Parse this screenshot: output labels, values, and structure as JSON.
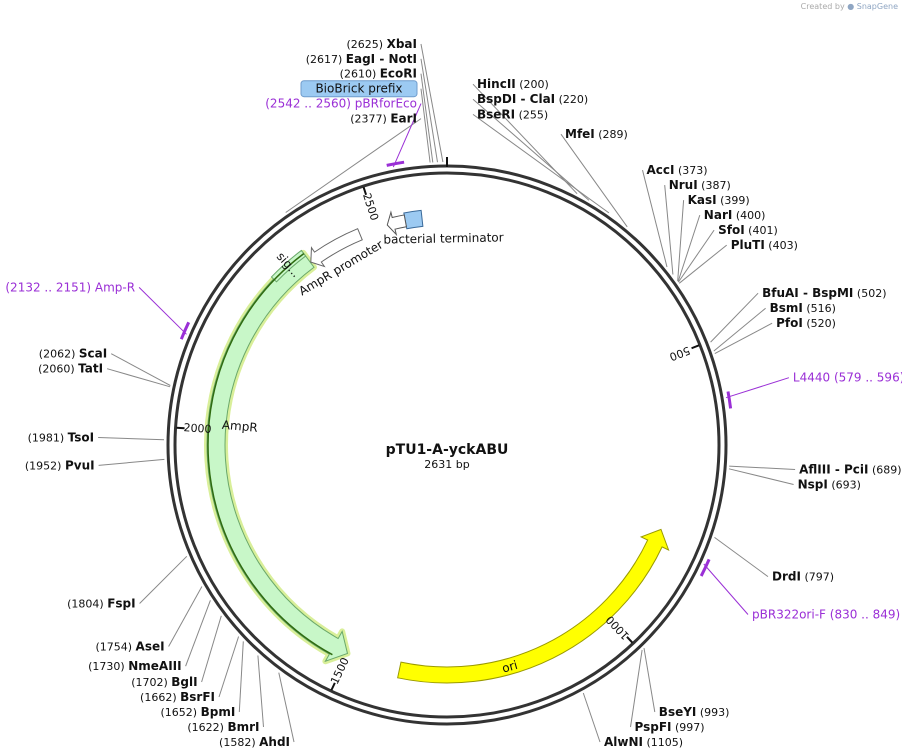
{
  "credit": {
    "prefix": "Created by",
    "brand": "SnapGene"
  },
  "plasmid": {
    "name": "pTU1-A-yckABU",
    "length": 2631,
    "length_label": "2631 bp"
  },
  "colors": {
    "backbone": "#333333",
    "primer": "#9a2fd6",
    "ampr_fill": "#c8f7c8",
    "ampr_stroke": "#6aa86a",
    "ampr_glow": "#d9ef9a",
    "signal_line": "#2f6b10",
    "ori_fill": "#ffff00",
    "ori_stroke": "#9a9a00",
    "terminator_fill": "#9ccaf2",
    "promoter_fill": "#ffffff",
    "label_box": "#9ccaf2",
    "leader_line": "#888888"
  },
  "features": [
    {
      "id": "ampr",
      "label": "AmpR",
      "start": 1502,
      "end": 2362,
      "strand": -1,
      "kind": "arrow",
      "color_key": "ampr_fill"
    },
    {
      "id": "signal",
      "label": "sig...",
      "start": 2293,
      "end": 2362,
      "strand": -1,
      "kind": "signal"
    },
    {
      "id": "promoter",
      "label": "AmpR promoter",
      "start": 2363,
      "end": 2467,
      "strand": -1,
      "kind": "promoter"
    },
    {
      "id": "ori",
      "label": "ori",
      "start": 815,
      "end": 1403,
      "strand": -1,
      "kind": "arrow",
      "color_key": "ori_fill"
    },
    {
      "id": "terminator",
      "label": "bacterial terminator",
      "start": 2554,
      "end": 2585,
      "strand": -1,
      "kind": "terminator"
    }
  ],
  "ticks": [
    {
      "label": "500",
      "pos": 500
    },
    {
      "label": "1000",
      "pos": 1000
    },
    {
      "label": "1500",
      "pos": 1500
    },
    {
      "label": "2000",
      "pos": 2000
    },
    {
      "label": "2500",
      "pos": 2500
    }
  ],
  "enzymes": [
    {
      "name": "XbaI",
      "position": "(2625)",
      "pos": 2625
    },
    {
      "name": "EagI",
      "name2": "NotI",
      "position": "(2617)",
      "pos": 2617
    },
    {
      "name": "EcoRI",
      "position": "(2610)",
      "pos": 2610
    },
    {
      "name": "EarI",
      "position": "(2377)",
      "pos": 2377
    },
    {
      "name": "HincII",
      "position": "(200)",
      "pos": 200
    },
    {
      "name": "BspDI",
      "name2": "ClaI",
      "position": "(220)",
      "pos": 220
    },
    {
      "name": "BseRI",
      "position": "(255)",
      "pos": 255
    },
    {
      "name": "MfeI",
      "position": "(289)",
      "pos": 289
    },
    {
      "name": "AccI",
      "position": "(373)",
      "pos": 373
    },
    {
      "name": "NruI",
      "position": "(387)",
      "pos": 387
    },
    {
      "name": "KasI",
      "position": "(399)",
      "pos": 399
    },
    {
      "name": "NarI",
      "position": "(400)",
      "pos": 400
    },
    {
      "name": "SfoI",
      "position": "(401)",
      "pos": 401
    },
    {
      "name": "PluTI",
      "position": "(403)",
      "pos": 403
    },
    {
      "name": "BfuAI",
      "name2": "BspMI",
      "position": "(502)",
      "pos": 502
    },
    {
      "name": "BsmI",
      "position": "(516)",
      "pos": 516
    },
    {
      "name": "PfoI",
      "position": "(520)",
      "pos": 520
    },
    {
      "name": "AflIII",
      "name2": "PciI",
      "position": "(689)",
      "pos": 689
    },
    {
      "name": "NspI",
      "position": "(693)",
      "pos": 693
    },
    {
      "name": "DrdI",
      "position": "(797)",
      "pos": 797
    },
    {
      "name": "BseYI",
      "position": "(993)",
      "pos": 993
    },
    {
      "name": "PspFI",
      "position": "(997)",
      "pos": 997
    },
    {
      "name": "AlwNI",
      "position": "(1105)",
      "pos": 1105
    },
    {
      "name": "AhdI",
      "position": "(1582)",
      "pos": 1582
    },
    {
      "name": "BmrI",
      "position": "(1622)",
      "pos": 1622
    },
    {
      "name": "BpmI",
      "position": "(1652)",
      "pos": 1652
    },
    {
      "name": "BsrFI",
      "position": "(1662)",
      "pos": 1662
    },
    {
      "name": "BglI",
      "position": "(1702)",
      "pos": 1702
    },
    {
      "name": "NmeAIII",
      "position": "(1730)",
      "pos": 1730
    },
    {
      "name": "AseI",
      "position": "(1754)",
      "pos": 1754
    },
    {
      "name": "FspI",
      "position": "(1804)",
      "pos": 1804
    },
    {
      "name": "PvuI",
      "position": "(1952)",
      "pos": 1952
    },
    {
      "name": "TsoI",
      "position": "(1981)",
      "pos": 1981
    },
    {
      "name": "TatI",
      "position": "(2060)",
      "pos": 2060
    },
    {
      "name": "ScaI",
      "position": "(2062)",
      "pos": 2062
    }
  ],
  "primers": [
    {
      "name": "pBRforEco",
      "range": "(2542 .. 2560)",
      "start": 2542,
      "end": 2560
    },
    {
      "name": "Amp-R",
      "range": "(2132 .. 2151)",
      "start": 2132,
      "end": 2151
    },
    {
      "name": "L4440",
      "range": "(579 .. 596)",
      "start": 579,
      "end": 596
    },
    {
      "name": "pBR322ori-F",
      "range": "(830 .. 849)",
      "start": 830,
      "end": 849
    }
  ],
  "boxed_labels": [
    {
      "name": "BioBrick prefix",
      "pos": 2606
    }
  ]
}
